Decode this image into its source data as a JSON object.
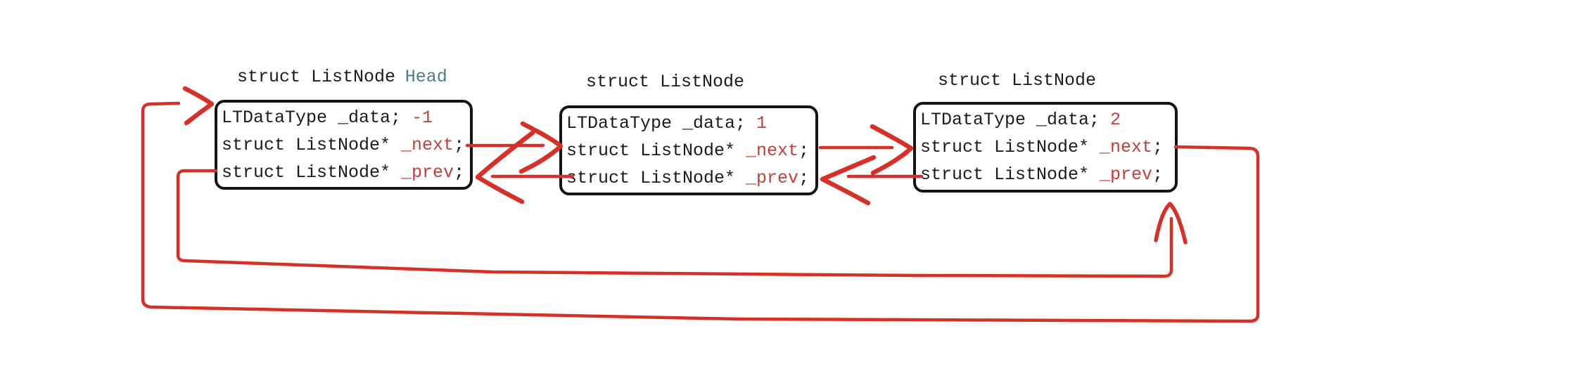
{
  "colors": {
    "arrow_red": "#d63129",
    "value_red": "#c2403a",
    "head_teal": "#4e7b8d",
    "ink": "#1b1b1b",
    "paper": "#ffffff"
  },
  "nodes": [
    {
      "title": "struct ListNode",
      "title_tag": "Head",
      "rows": [
        {
          "pre": "LTDataType _data; ",
          "hl": "-1",
          "post": ""
        },
        {
          "pre": "struct ListNode* ",
          "hl": "_next",
          "post": ";"
        },
        {
          "pre": "struct ListNode* ",
          "hl": "_prev",
          "post": ";"
        }
      ]
    },
    {
      "title": "struct ListNode",
      "rows": [
        {
          "pre": "LTDataType _data; ",
          "hl": "1",
          "post": ""
        },
        {
          "pre": "struct ListNode* ",
          "hl": "_next",
          "post": ";"
        },
        {
          "pre": "struct ListNode* ",
          "hl": "_prev",
          "post": ";"
        }
      ]
    },
    {
      "title": "struct ListNode",
      "rows": [
        {
          "pre": "LTDataType _data; ",
          "hl": "2",
          "post": ""
        },
        {
          "pre": "struct ListNode* ",
          "hl": "_next",
          "post": ";"
        },
        {
          "pre": "struct ListNode* ",
          "hl": "_prev",
          "post": ";"
        }
      ]
    }
  ]
}
